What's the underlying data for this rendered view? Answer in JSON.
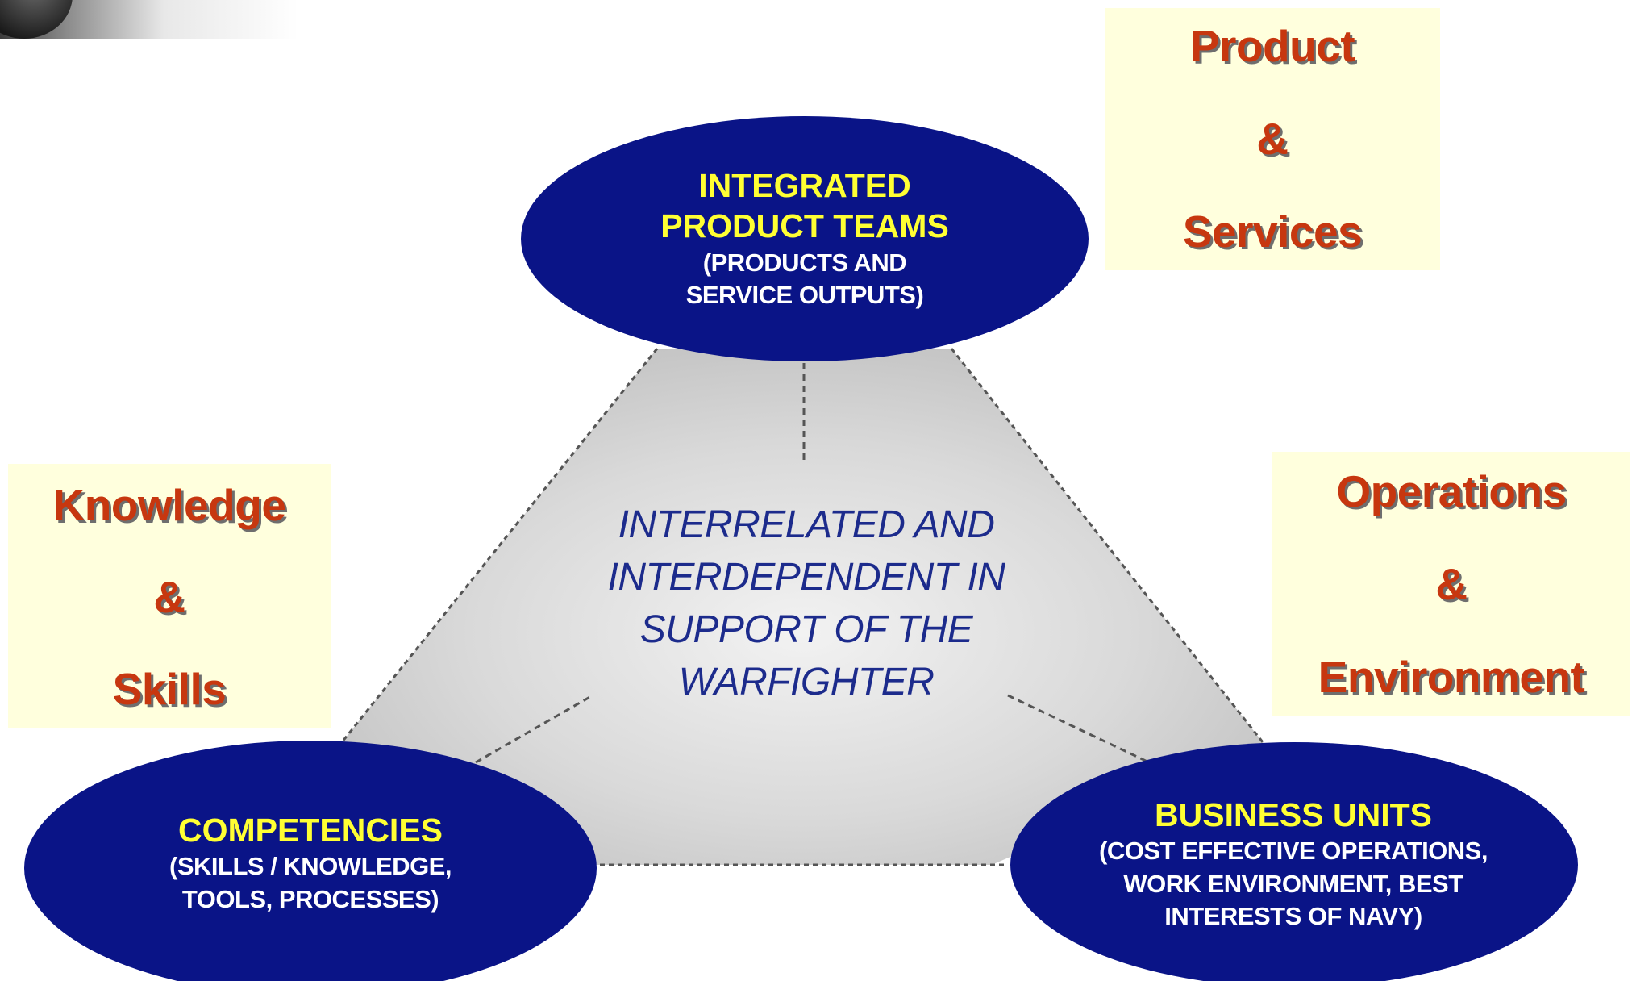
{
  "colors": {
    "oval_fill": "#0a1487",
    "oval_title": "#ffff33",
    "oval_sub": "#ffffff",
    "triangle_fill": "#d6d6d6",
    "note_bg": "#ffffdd",
    "note_text": "#c7370f",
    "center_text": "#1c2b8c"
  },
  "nodes": {
    "top": {
      "title_lines": [
        "INTEGRATED",
        "PRODUCT TEAMS"
      ],
      "sub_lines": [
        "(PRODUCTS AND",
        "SERVICE OUTPUTS)"
      ]
    },
    "left": {
      "title_lines": [
        "COMPETENCIES"
      ],
      "sub_lines": [
        "(SKILLS / KNOWLEDGE,",
        "TOOLS, PROCESSES)"
      ]
    },
    "right": {
      "title_lines": [
        "BUSINESS UNITS"
      ],
      "sub_lines": [
        "(COST EFFECTIVE OPERATIONS,",
        "WORK ENVIRONMENT, BEST",
        "INTERESTS OF NAVY)"
      ]
    }
  },
  "center_text_lines": [
    "INTERRELATED AND",
    "INTERDEPENDENT IN",
    "SUPPORT OF THE",
    "WARFIGHTER"
  ],
  "notes": {
    "product": [
      "Product",
      "&",
      "Services"
    ],
    "knowledge": [
      "Knowledge",
      "&",
      "Skills"
    ],
    "operations": [
      "Operations",
      "&",
      "Environment"
    ]
  }
}
